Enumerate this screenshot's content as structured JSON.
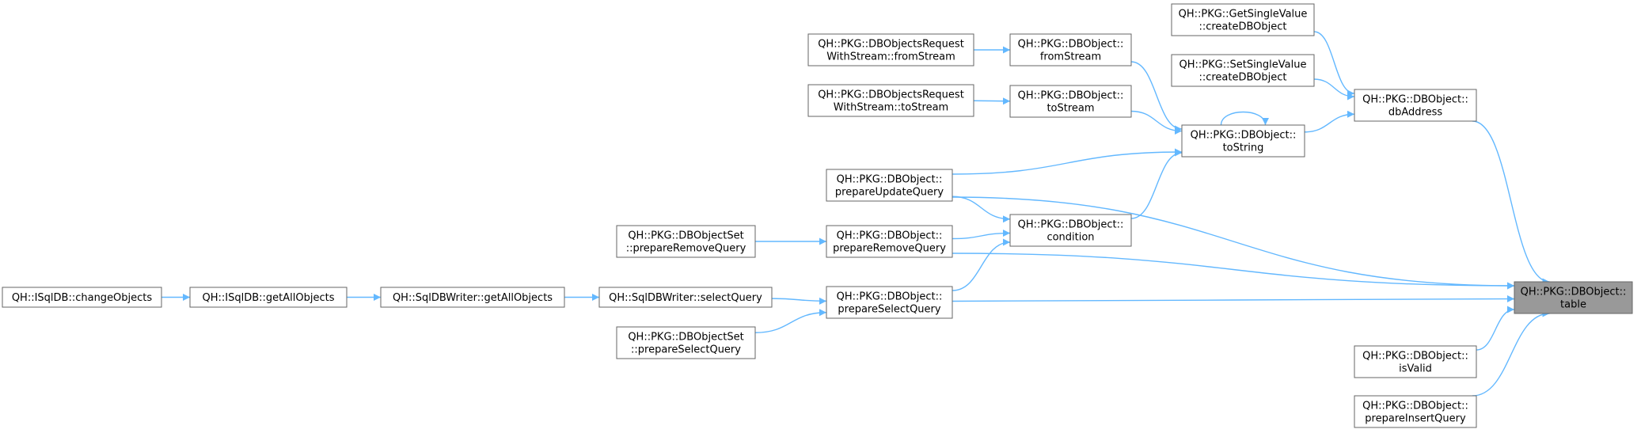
{
  "diagram": {
    "edge_color": "#63b8ff",
    "node_fill": "#ffffff",
    "focus_fill": "#999999",
    "focus_node": "table",
    "nodes": [
      {
        "id": "table",
        "lines": [
          "QH::PKG::DBObject::",
          "table"
        ]
      },
      {
        "id": "dbAddress",
        "lines": [
          "QH::PKG::DBObject::",
          "dbAddress"
        ]
      },
      {
        "id": "getSingleValue",
        "lines": [
          "QH::PKG::GetSingleValue",
          "::createDBObject"
        ]
      },
      {
        "id": "setSingleValue",
        "lines": [
          "QH::PKG::SetSingleValue",
          "::createDBObject"
        ]
      },
      {
        "id": "toString",
        "lines": [
          "QH::PKG::DBObject::",
          "toString"
        ]
      },
      {
        "id": "fromStream",
        "lines": [
          "QH::PKG::DBObject::",
          "fromStream"
        ]
      },
      {
        "id": "toStream",
        "lines": [
          "QH::PKG::DBObject::",
          "toStream"
        ]
      },
      {
        "id": "reqFromStream",
        "lines": [
          "QH::PKG::DBObjectsRequest",
          "WithStream::fromStream"
        ]
      },
      {
        "id": "reqToStream",
        "lines": [
          "QH::PKG::DBObjectsRequest",
          "WithStream::toStream"
        ]
      },
      {
        "id": "prepareUpdateQuery",
        "lines": [
          "QH::PKG::DBObject::",
          "prepareUpdateQuery"
        ]
      },
      {
        "id": "condition",
        "lines": [
          "QH::PKG::DBObject::",
          "condition"
        ]
      },
      {
        "id": "prepareRemoveQuery",
        "lines": [
          "QH::PKG::DBObject::",
          "prepareRemoveQuery"
        ]
      },
      {
        "id": "setPrepareRemoveQuery",
        "lines": [
          "QH::PKG::DBObjectSet",
          "::prepareRemoveQuery"
        ]
      },
      {
        "id": "prepareSelectQuery",
        "lines": [
          "QH::PKG::DBObject::",
          "prepareSelectQuery"
        ]
      },
      {
        "id": "setPrepareSelectQuery",
        "lines": [
          "QH::PKG::DBObjectSet",
          "::prepareSelectQuery"
        ]
      },
      {
        "id": "selectQuery",
        "lines": [
          "QH::SqlDBWriter::selectQuery"
        ]
      },
      {
        "id": "writerGetAllObjects",
        "lines": [
          "QH::SqlDBWriter::getAllObjects"
        ]
      },
      {
        "id": "isqlGetAllObjects",
        "lines": [
          "QH::ISqlDB::getAllObjects"
        ]
      },
      {
        "id": "changeObjects",
        "lines": [
          "QH::ISqlDB::changeObjects"
        ]
      },
      {
        "id": "isValid",
        "lines": [
          "QH::PKG::DBObject::",
          "isValid"
        ]
      },
      {
        "id": "prepareInsertQuery",
        "lines": [
          "QH::PKG::DBObject::",
          "prepareInsertQuery"
        ]
      }
    ],
    "edges": [
      {
        "from": "dbAddress",
        "to": "table"
      },
      {
        "from": "getSingleValue",
        "to": "dbAddress"
      },
      {
        "from": "setSingleValue",
        "to": "dbAddress"
      },
      {
        "from": "toString",
        "to": "dbAddress"
      },
      {
        "from": "toString",
        "to": "toString"
      },
      {
        "from": "fromStream",
        "to": "toString"
      },
      {
        "from": "toStream",
        "to": "toString"
      },
      {
        "from": "reqFromStream",
        "to": "fromStream"
      },
      {
        "from": "reqToStream",
        "to": "toStream"
      },
      {
        "from": "prepareUpdateQuery",
        "to": "toString"
      },
      {
        "from": "condition",
        "to": "toString"
      },
      {
        "from": "prepareUpdateQuery",
        "to": "table"
      },
      {
        "from": "prepareUpdateQuery",
        "to": "condition"
      },
      {
        "from": "prepareRemoveQuery",
        "to": "condition"
      },
      {
        "from": "prepareSelectQuery",
        "to": "condition"
      },
      {
        "from": "prepareRemoveQuery",
        "to": "table"
      },
      {
        "from": "setPrepareRemoveQuery",
        "to": "prepareRemoveQuery"
      },
      {
        "from": "prepareSelectQuery",
        "to": "table"
      },
      {
        "from": "selectQuery",
        "to": "prepareSelectQuery"
      },
      {
        "from": "setPrepareSelectQuery",
        "to": "prepareSelectQuery"
      },
      {
        "from": "writerGetAllObjects",
        "to": "selectQuery"
      },
      {
        "from": "isqlGetAllObjects",
        "to": "writerGetAllObjects"
      },
      {
        "from": "changeObjects",
        "to": "isqlGetAllObjects"
      },
      {
        "from": "isValid",
        "to": "table"
      },
      {
        "from": "prepareInsertQuery",
        "to": "table"
      }
    ]
  }
}
